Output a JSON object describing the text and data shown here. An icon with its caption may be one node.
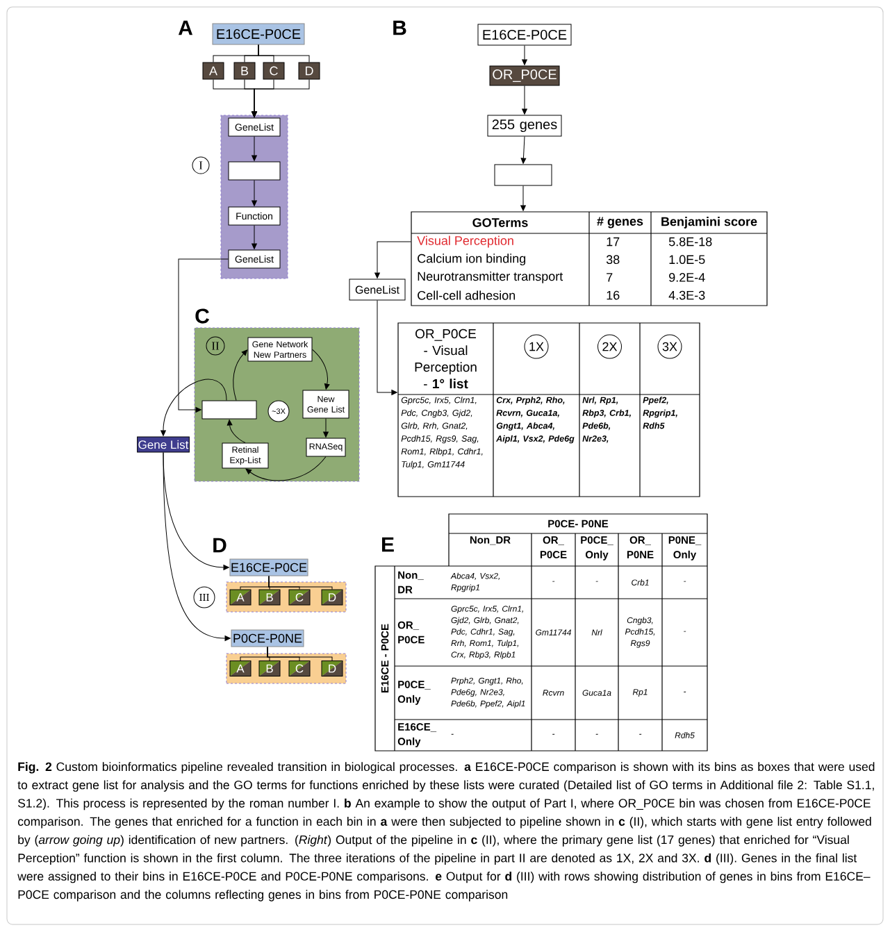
{
  "diagram": {
    "caption": "**Fig. 2** Custom bioinformatics pipeline revealed transition in biological processes. **a** E16CE-P0CE comparison is shown with its bins as boxes that were used to extract gene list for analysis and the GO terms for functions enriched by these lists were curated (Detailed list of GO terms in Additional file 2: Table S1.1, S1.2). This process is represented by the roman number I. **b** An example to show the output of Part I, where OR_P0CE bin was chosen from E16CE-P0CE comparison. The genes that enriched for a function in each bin in **a** were then subjected to pipeline shown in **c** (II), which starts with gene list entry followed by (*arrow going up*) identification of new partners. (*Right*) Output of the pipeline in **c** (II), where the primary gene list (17 genes) that enriched for “Visual Perception” function is shown in the first column. The three iterations of the pipeline in part II are denoted as 1X, 2X and 3X. **d** (III). Genes in the final list were assigned to their bins in E16CE-P0CE and P0CE-P0NE comparisons. **e** Output for **d** (III) with rows showing distribution of genes in bins from E16CE–P0CE comparison and the columns reflecting genes in bins from P0CE-P0NE comparison",
    "nodes": [
      {
        "text": [
          "E16CE-P0CE"
        ]
      },
      {
        "text": [
          "A"
        ]
      },
      {
        "text": [
          "B"
        ]
      },
      {
        "text": [
          "C"
        ]
      },
      {
        "text": [
          "D"
        ]
      },
      {
        "text": [],
        "shape": "box"
      },
      {
        "text": [
          "GeneList"
        ],
        "in": 5
      },
      {
        "text": [],
        "shape": "box",
        "in": 5
      },
      {
        "text": [
          "Function"
        ],
        "in": 5
      },
      {
        "text": [
          "GeneList"
        ],
        "in": 5
      },
      {
        "text": [
          "I"
        ]
      },
      {
        "text": [
          "E16CE-P0CE"
        ]
      },
      {
        "text": [
          "OR_P0CE"
        ]
      },
      {
        "text": [
          "255 genes"
        ]
      },
      {
        "text": [],
        "shape": "box"
      },
      {
        "text": [
          "GOTerms",
          "# genes",
          "Benjamini score",
          "Visual Perception",
          "17",
          "5.8E-18",
          "Calcium ion binding",
          "38",
          "1.0E-5",
          "Neurotransmitter transport",
          "7",
          "9.2E-4",
          "Cell-cell adhesion",
          "16",
          "4.3E-3"
        ]
      },
      {
        "text": [
          "GeneList"
        ]
      },
      {
        "text": [
          "OR_P0CE - Visual Perception - **1° list**",
          "1X",
          "2X",
          "3X",
          "Gprc5c, Irx5, Clrn1, Pdc, Cngb3, Gjd2, Glrb, Rrh, Gnat2, Pcdh15, Rgs9, Sag, Rom1, Rlbp1, Cdhr1, Tulp1, Gm11744",
          "Crx, Prph2, Rho, Rcvrn, Guca1a, Gngt1, Abca4, Aipl1, Vsx2, Pde6g",
          "Nrl, Rp1, Rbp3, Crb1, Pde6b, Nr2e3,",
          "Ppef2, Rpgrip1, Rdh5"
        ]
      },
      {
        "text": [],
        "shape": "box"
      },
      {
        "text": [
          "II"
        ],
        "in": 18
      },
      {
        "text": [
          "Gene Network New Partners"
        ],
        "in": 18
      },
      {
        "text": [],
        "shape": "box",
        "in": 18
      },
      {
        "text": [
          "~3X"
        ],
        "in": 18
      },
      {
        "text": [
          "New Gene List"
        ],
        "in": 18
      },
      {
        "text": [
          "RNASeq"
        ],
        "in": 18
      },
      {
        "text": [
          "Retinal Exp-List"
        ],
        "in": 18
      },
      {
        "text": [
          "Gene List"
        ]
      },
      {
        "text": [
          "E16CE-P0CE"
        ]
      },
      {
        "text": [],
        "shape": "box"
      },
      {
        "text": [
          "A"
        ],
        "in": 28
      },
      {
        "text": [
          "B"
        ],
        "in": 28
      },
      {
        "text": [
          "C"
        ],
        "in": 28
      },
      {
        "text": [
          "D"
        ],
        "in": 28
      },
      {
        "text": [
          "III"
        ]
      },
      {
        "text": [
          "P0CE-P0NE"
        ]
      },
      {
        "text": [],
        "shape": "box"
      },
      {
        "text": [
          "A"
        ],
        "in": 35
      },
      {
        "text": [
          "B"
        ],
        "in": 35
      },
      {
        "text": [
          "C"
        ],
        "in": 35
      },
      {
        "text": [
          "D"
        ],
        "in": 35
      }
    ],
    "edges": [
      {
        "from": 0,
        "to": 1,
        "arrow": "none"
      },
      {
        "from": 0,
        "to": 2,
        "arrow": "none"
      },
      {
        "from": 0,
        "to": 3,
        "arrow": "none"
      },
      {
        "from": 0,
        "to": 4,
        "arrow": "none"
      },
      {
        "from": 1,
        "to": 6,
        "arrow": "to"
      },
      {
        "from": 2,
        "to": 6,
        "arrow": "to"
      },
      {
        "from": 3,
        "to": 6,
        "arrow": "to"
      },
      {
        "from": 4,
        "to": 6,
        "arrow": "to"
      },
      {
        "from": 6,
        "to": 7,
        "arrow": "to"
      },
      {
        "from": 7,
        "to": 8,
        "arrow": "to"
      },
      {
        "from": 8,
        "to": 9,
        "arrow": "to"
      },
      {
        "from": 11,
        "to": 12,
        "arrow": "to"
      },
      {
        "from": 12,
        "to": 13,
        "arrow": "to"
      },
      {
        "from": 13,
        "to": 14,
        "arrow": "to"
      },
      {
        "from": 14,
        "to": 15,
        "arrow": "to"
      },
      {
        "from": 15,
        "to": 16,
        "arrow": "to"
      },
      {
        "from": 16,
        "to": 17,
        "arrow": "to"
      },
      {
        "from": 9,
        "to": 21,
        "arrow": "to"
      },
      {
        "from": 21,
        "to": 20,
        "arrow": "to"
      },
      {
        "from": 20,
        "to": 23,
        "arrow": "to"
      },
      {
        "from": 23,
        "to": 24,
        "arrow": "to"
      },
      {
        "from": 24,
        "to": 25,
        "arrow": "to"
      },
      {
        "from": 25,
        "to": 21,
        "arrow": "to"
      },
      {
        "from": 21,
        "to": 26,
        "arrow": "to"
      },
      {
        "from": 26,
        "to": 27,
        "arrow": "to"
      },
      {
        "from": 26,
        "to": 34,
        "arrow": "to"
      },
      {
        "from": 27,
        "to": 29,
        "arrow": "none"
      },
      {
        "from": 27,
        "to": 30,
        "arrow": "none"
      },
      {
        "from": 27,
        "to": 31,
        "arrow": "none"
      },
      {
        "from": 27,
        "to": 32,
        "arrow": "none"
      },
      {
        "from": 34,
        "to": 36,
        "arrow": "none"
      },
      {
        "from": 34,
        "to": 37,
        "arrow": "none"
      },
      {
        "from": 34,
        "to": 38,
        "arrow": "none"
      },
      {
        "from": 34,
        "to": 39,
        "arrow": "none"
      }
    ],
    "labels": [
      "A",
      "B",
      "C",
      "D",
      "E",
      "P0CE- P0NE",
      "Non_DR",
      "OR_ P0CE",
      "P0CE_ Only",
      "OR_ P0NE",
      "P0NE_ Only",
      "E16CE - P0CE",
      "Non_ DR",
      "Abca4, Vsx2, Rpgrip1",
      "-",
      "-",
      "Crb1",
      "-",
      "OR_ P0CE",
      "Gprc5c, Irx5, Clrn1, Gjd2, Glrb, Gnat2, Pdc, Cdhr1, Sag, Rrh, Rom1, Tulp1, Crx, Rbp3, Rlpb1",
      "Gm11744",
      "Nrl",
      "Cngb3, Pcdh15, Rgs9",
      "-",
      "P0CE_ Only",
      "Prph2, Gngt1, Rho, Pde6g, Nr2e3, Pde6b, Ppef2, Aipl1",
      "Rcvrn",
      "Guca1a",
      "Rp1",
      "-",
      "E16CE_ Only",
      "-",
      "-",
      "-",
      "-",
      "Rdh5"
    ]
  }
}
